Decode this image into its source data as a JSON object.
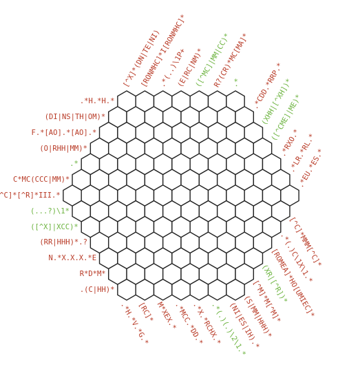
{
  "puzzle": {
    "colors": {
      "red": "#b83a26",
      "green": "#6cb33f",
      "grid": "#222222",
      "cell": "#ffffff"
    },
    "grid": {
      "side_cells": 7,
      "total_cells": 127
    },
    "clues": {
      "left": [
        {
          "text": ".*H.*H.*",
          "color": "red"
        },
        {
          "text": "(DI|NS|TH|OM)*",
          "color": "red"
        },
        {
          "text": "F.*[AO].*[AO].*",
          "color": "red"
        },
        {
          "text": "(O|RHH|MM)*",
          "color": "red"
        },
        {
          "text": ".*",
          "color": "green"
        },
        {
          "text": "C*MC(CCC|MM)*",
          "color": "red"
        },
        {
          "text": "[^C]*[^R]*III.*",
          "color": "red"
        },
        {
          "text": "(...?)\\1*",
          "color": "green"
        },
        {
          "text": "([^X]|XCC)*",
          "color": "green"
        },
        {
          "text": "(RR|HHH)*.?",
          "color": "red"
        },
        {
          "text": "N.*X.X.X.*E",
          "color": "red"
        },
        {
          "text": "R*D*M*",
          "color": "red"
        },
        {
          "text": ".(C|HH)*",
          "color": "red"
        }
      ],
      "top": [
        {
          "text": "[^X]*(DN|TE|NI)",
          "color": "red"
        },
        {
          "text": "[RONMHC]*I[RONMHC]*",
          "color": "red"
        },
        {
          "text": ".*(..)\\1P+",
          "color": "red"
        },
        {
          "text": "(E|RC|NM)*",
          "color": "red"
        },
        {
          "text": "([^MC]|MM|CC)*",
          "color": "green"
        },
        {
          "text": "R?(CR)*MC[MA]*",
          "color": "red"
        },
        {
          "text": ".*",
          "color": "green"
        },
        {
          "text": ".*CDD.*RRP.*",
          "color": "red"
        },
        {
          "text": "(XHH|[^XH])*",
          "color": "green"
        },
        {
          "text": "([^CME]|ME)*",
          "color": "green"
        },
        {
          "text": ".*RXO.*",
          "color": "red"
        },
        {
          "text": ".*LR.*RL.*",
          "color": "red"
        },
        {
          "text": ".*EU.*ES.*",
          "color": "red"
        }
      ],
      "bottom": [
        {
          "text": ".*H.*V.*G.*",
          "color": "red"
        },
        {
          "text": "[RC]*",
          "color": "red"
        },
        {
          "text": "M*XEX.*",
          "color": "red"
        },
        {
          "text": ".*MCC.*DD.*",
          "color": "red"
        },
        {
          "text": ".*X.*RCHX.*",
          "color": "red"
        },
        {
          "text": ".*(.)(.)\\2\\1.*",
          "color": "green"
        },
        {
          "text": "(NI|ES|IH).*",
          "color": "red"
        },
        {
          "text": "[^C]*MMM[^C]*",
          "color": "red"
        },
        {
          "text": ".*(.)C\\1X\\1.*",
          "color": "red"
        },
        {
          "text": "[ROMEA]*HO[UMIEC]*",
          "color": "red"
        },
        {
          "text": "(XR|[^R])*",
          "color": "green"
        },
        {
          "text": "[^M]*M[^M]*",
          "color": "red"
        },
        {
          "text": "(S|MM|HHH)*",
          "color": "red"
        }
      ]
    }
  }
}
